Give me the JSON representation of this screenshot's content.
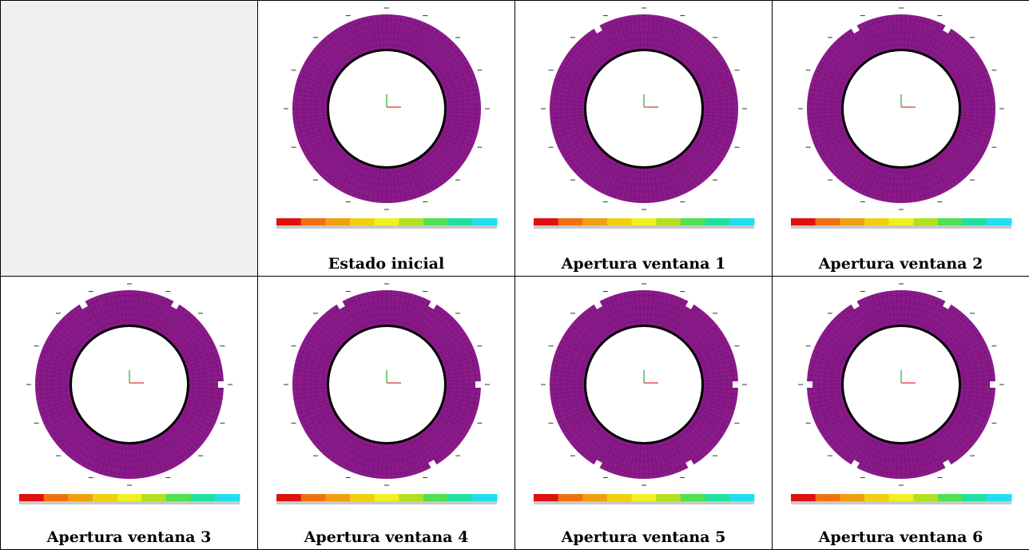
{
  "panels": [
    {
      "caption": "Estado inicial",
      "windows": 0
    },
    {
      "caption": "Apertura ventana 1",
      "windows": 1
    },
    {
      "caption": "Apertura ventana 2",
      "windows": 2
    },
    {
      "caption": "Apertura ventana 3",
      "windows": 3
    },
    {
      "caption": "Apertura ventana 4",
      "windows": 4
    },
    {
      "caption": "Apertura ventana 5",
      "windows": 5
    },
    {
      "caption": "Apertura ventana 6",
      "windows": 6
    }
  ],
  "colors": {
    "ring": "#8b1a8b",
    "ring_mesh": "#5a0f5a",
    "inner_edge": "#000000",
    "empty_cell": "#f0f0f0",
    "axis_x": "#e03030",
    "axis_y": "#20b020"
  },
  "colorbar": [
    "#e01010",
    "#f07010",
    "#f0a010",
    "#f0d010",
    "#f0f020",
    "#b0e020",
    "#50e050",
    "#20e0a0",
    "#20e0f0"
  ]
}
